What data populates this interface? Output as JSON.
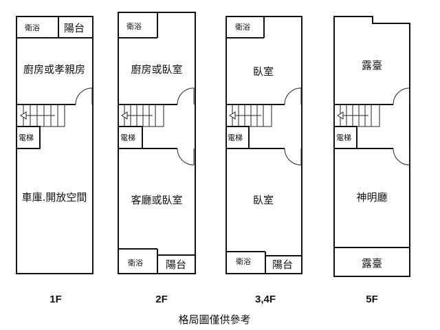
{
  "floors": [
    {
      "label": "1F",
      "rooms": {
        "bath": "衛浴",
        "balcony": "陽台",
        "kitchen": "廚房或孝親房",
        "elevator": "電梯",
        "main": "車庫.開放空間"
      }
    },
    {
      "label": "2F",
      "rooms": {
        "bath_top": "衛浴",
        "kitchen": "廚房或臥室",
        "elevator": "電梯",
        "main": "客廳或臥室",
        "bath_bottom": "衛浴",
        "balcony": "陽台"
      }
    },
    {
      "label": "3,4F",
      "rooms": {
        "bath_top": "衛浴",
        "bedroom_top": "臥室",
        "elevator": "電梯",
        "bedroom_bottom": "臥室",
        "bath_bottom": "衛浴",
        "balcony": "陽台"
      }
    },
    {
      "label": "5F",
      "rooms": {
        "terrace_top": "露臺",
        "elevator": "電梯",
        "shrine": "神明廳",
        "terrace_bottom": "露臺"
      }
    }
  ],
  "caption": "格局圖僅供參考"
}
